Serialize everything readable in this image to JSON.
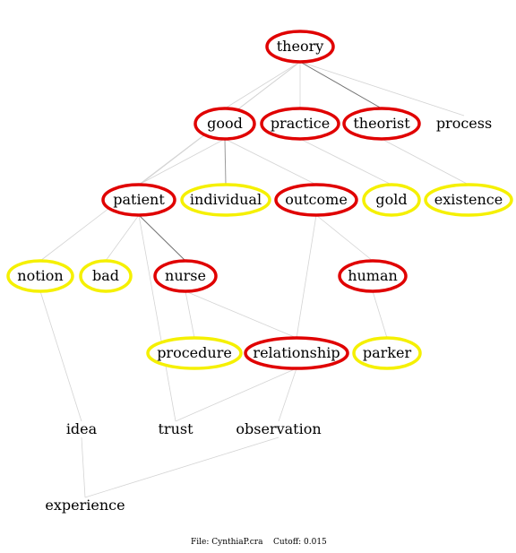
{
  "nodes": [
    {
      "id": "theory",
      "label": "theory",
      "ring": "red"
    },
    {
      "id": "good",
      "label": "good",
      "ring": "red"
    },
    {
      "id": "practice",
      "label": "practice",
      "ring": "red"
    },
    {
      "id": "theorist",
      "label": "theorist",
      "ring": "red"
    },
    {
      "id": "process",
      "label": "process",
      "ring": "none"
    },
    {
      "id": "patient",
      "label": "patient",
      "ring": "red"
    },
    {
      "id": "individual",
      "label": "individual",
      "ring": "yellow"
    },
    {
      "id": "outcome",
      "label": "outcome",
      "ring": "red"
    },
    {
      "id": "gold",
      "label": "gold",
      "ring": "yellow"
    },
    {
      "id": "existence",
      "label": "existence",
      "ring": "yellow"
    },
    {
      "id": "notion",
      "label": "notion",
      "ring": "yellow"
    },
    {
      "id": "bad",
      "label": "bad",
      "ring": "yellow"
    },
    {
      "id": "nurse",
      "label": "nurse",
      "ring": "red"
    },
    {
      "id": "human",
      "label": "human",
      "ring": "red"
    },
    {
      "id": "procedure",
      "label": "procedure",
      "ring": "yellow"
    },
    {
      "id": "relationship",
      "label": "relationship",
      "ring": "red"
    },
    {
      "id": "parker",
      "label": "parker",
      "ring": "yellow"
    },
    {
      "id": "idea",
      "label": "idea",
      "ring": "none"
    },
    {
      "id": "trust",
      "label": "trust",
      "ring": "none"
    },
    {
      "id": "observation",
      "label": "observation",
      "ring": "none"
    },
    {
      "id": "experience",
      "label": "experience",
      "ring": "none"
    }
  ],
  "edges": [
    {
      "from": "theory",
      "to": "practice",
      "weight": "light"
    },
    {
      "from": "theory",
      "to": "theorist",
      "weight": "dark"
    },
    {
      "from": "theory",
      "to": "process",
      "weight": "light"
    },
    {
      "from": "theory",
      "to": "good",
      "weight": "light"
    },
    {
      "from": "theory",
      "to": "patient",
      "weight": "light"
    },
    {
      "from": "theory",
      "to": "notion",
      "weight": "light"
    },
    {
      "from": "good",
      "to": "individual",
      "weight": "medium"
    },
    {
      "from": "good",
      "to": "patient",
      "weight": "light"
    },
    {
      "from": "good",
      "to": "outcome",
      "weight": "light"
    },
    {
      "from": "practice",
      "to": "gold",
      "weight": "light"
    },
    {
      "from": "theorist",
      "to": "existence",
      "weight": "light"
    },
    {
      "from": "patient",
      "to": "nurse",
      "weight": "dark"
    },
    {
      "from": "patient",
      "to": "bad",
      "weight": "light"
    },
    {
      "from": "patient",
      "to": "trust",
      "weight": "light"
    },
    {
      "from": "outcome",
      "to": "human",
      "weight": "light"
    },
    {
      "from": "outcome",
      "to": "relationship",
      "weight": "light"
    },
    {
      "from": "nurse",
      "to": "procedure",
      "weight": "light"
    },
    {
      "from": "nurse",
      "to": "relationship",
      "weight": "light"
    },
    {
      "from": "human",
      "to": "parker",
      "weight": "light"
    },
    {
      "from": "notion",
      "to": "idea",
      "weight": "light"
    },
    {
      "from": "relationship",
      "to": "trust",
      "weight": "light"
    },
    {
      "from": "relationship",
      "to": "observation",
      "weight": "light"
    },
    {
      "from": "idea",
      "to": "experience",
      "weight": "light"
    },
    {
      "from": "observation",
      "to": "experience",
      "weight": "light"
    }
  ],
  "colors": {
    "red": "#e00000",
    "yellow": "#f5f000",
    "edge_light": "#d4d4d4",
    "edge_medium": "#9a9a9a",
    "edge_dark": "#707070"
  },
  "footer": {
    "file": "File: CynthiaP.cra",
    "cutoff": "Cutoff: 0.015"
  }
}
